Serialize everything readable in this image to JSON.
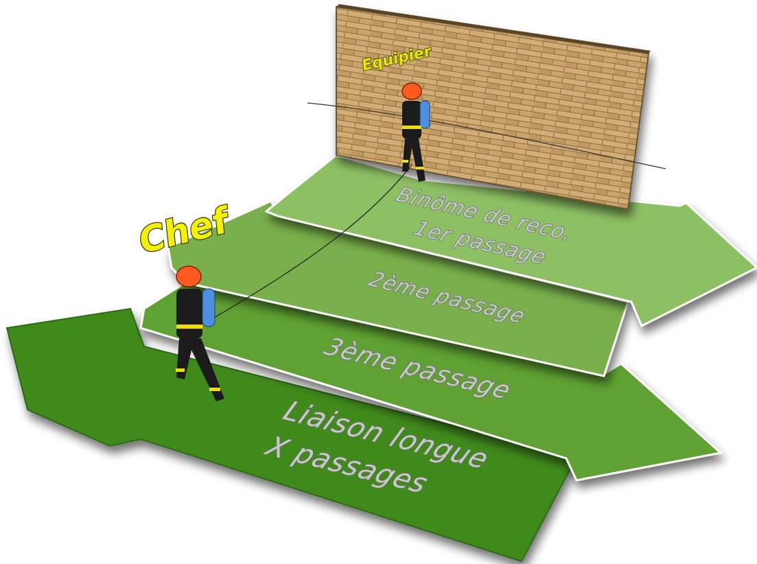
{
  "labels": {
    "equipier": "Equipier",
    "chef": "Chef"
  },
  "lanes": [
    {
      "id": "reco",
      "line1": "Binôme de reco.",
      "line2": "1er passage",
      "color": "#8dbf63"
    },
    {
      "id": "second",
      "line1": "2ème passage",
      "color": "#79b04c"
    },
    {
      "id": "third",
      "line1": "3ème passage",
      "color": "#5ea131"
    },
    {
      "id": "long",
      "line1": "Liaison longue",
      "line2": "X passages",
      "color": "#3f8a1c"
    }
  ],
  "colors": {
    "wall": "#c4a06a",
    "mortar": "#8a6d42",
    "helmet": "#ff5a1f",
    "suit": "#1b1b1b",
    "reflective": "#f0e000",
    "tank": "#4f8fe0"
  },
  "icons": [
    "brick-wall",
    "firefighter-figure",
    "firefighter-figure"
  ]
}
